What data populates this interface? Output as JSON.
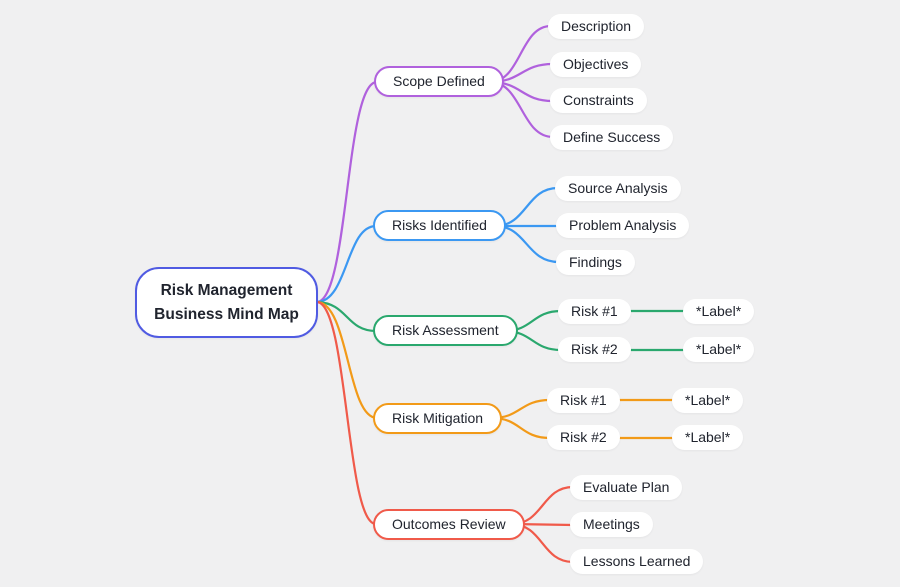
{
  "title": "Risk Management Business Mind Map",
  "colors": {
    "background": "#f0f0f1",
    "node_fill": "#ffffff",
    "text": "#20242e",
    "root_border": "#505be2",
    "scope_purple": "#b061dd",
    "risks_blue": "#3b98f2",
    "assessment_green": "#2aa86e",
    "mitigation_orange": "#f29a18",
    "outcomes_red": "#f05a4a"
  },
  "root": {
    "label": "Risk Management Business Mind Map"
  },
  "branches": [
    {
      "label": "Scope Defined",
      "color": "#b061dd",
      "children": [
        {
          "label": "Description"
        },
        {
          "label": "Objectives"
        },
        {
          "label": "Constraints"
        },
        {
          "label": "Define Success"
        }
      ]
    },
    {
      "label": "Risks Identified",
      "color": "#3b98f2",
      "children": [
        {
          "label": "Source Analysis"
        },
        {
          "label": "Problem Analysis"
        },
        {
          "label": "Findings"
        }
      ]
    },
    {
      "label": "Risk Assessment",
      "color": "#2aa86e",
      "children": [
        {
          "label": "Risk #1",
          "link_label": "*Label*"
        },
        {
          "label": "Risk #2",
          "link_label": "*Label*"
        }
      ]
    },
    {
      "label": "Risk Mitigation",
      "color": "#f29a18",
      "children": [
        {
          "label": "Risk #1",
          "link_label": "*Label*"
        },
        {
          "label": "Risk #2",
          "link_label": "*Label*"
        }
      ]
    },
    {
      "label": "Outcomes Review",
      "color": "#f05a4a",
      "children": [
        {
          "label": "Evaluate Plan"
        },
        {
          "label": "Meetings"
        },
        {
          "label": "Lessons Learned"
        }
      ]
    }
  ]
}
